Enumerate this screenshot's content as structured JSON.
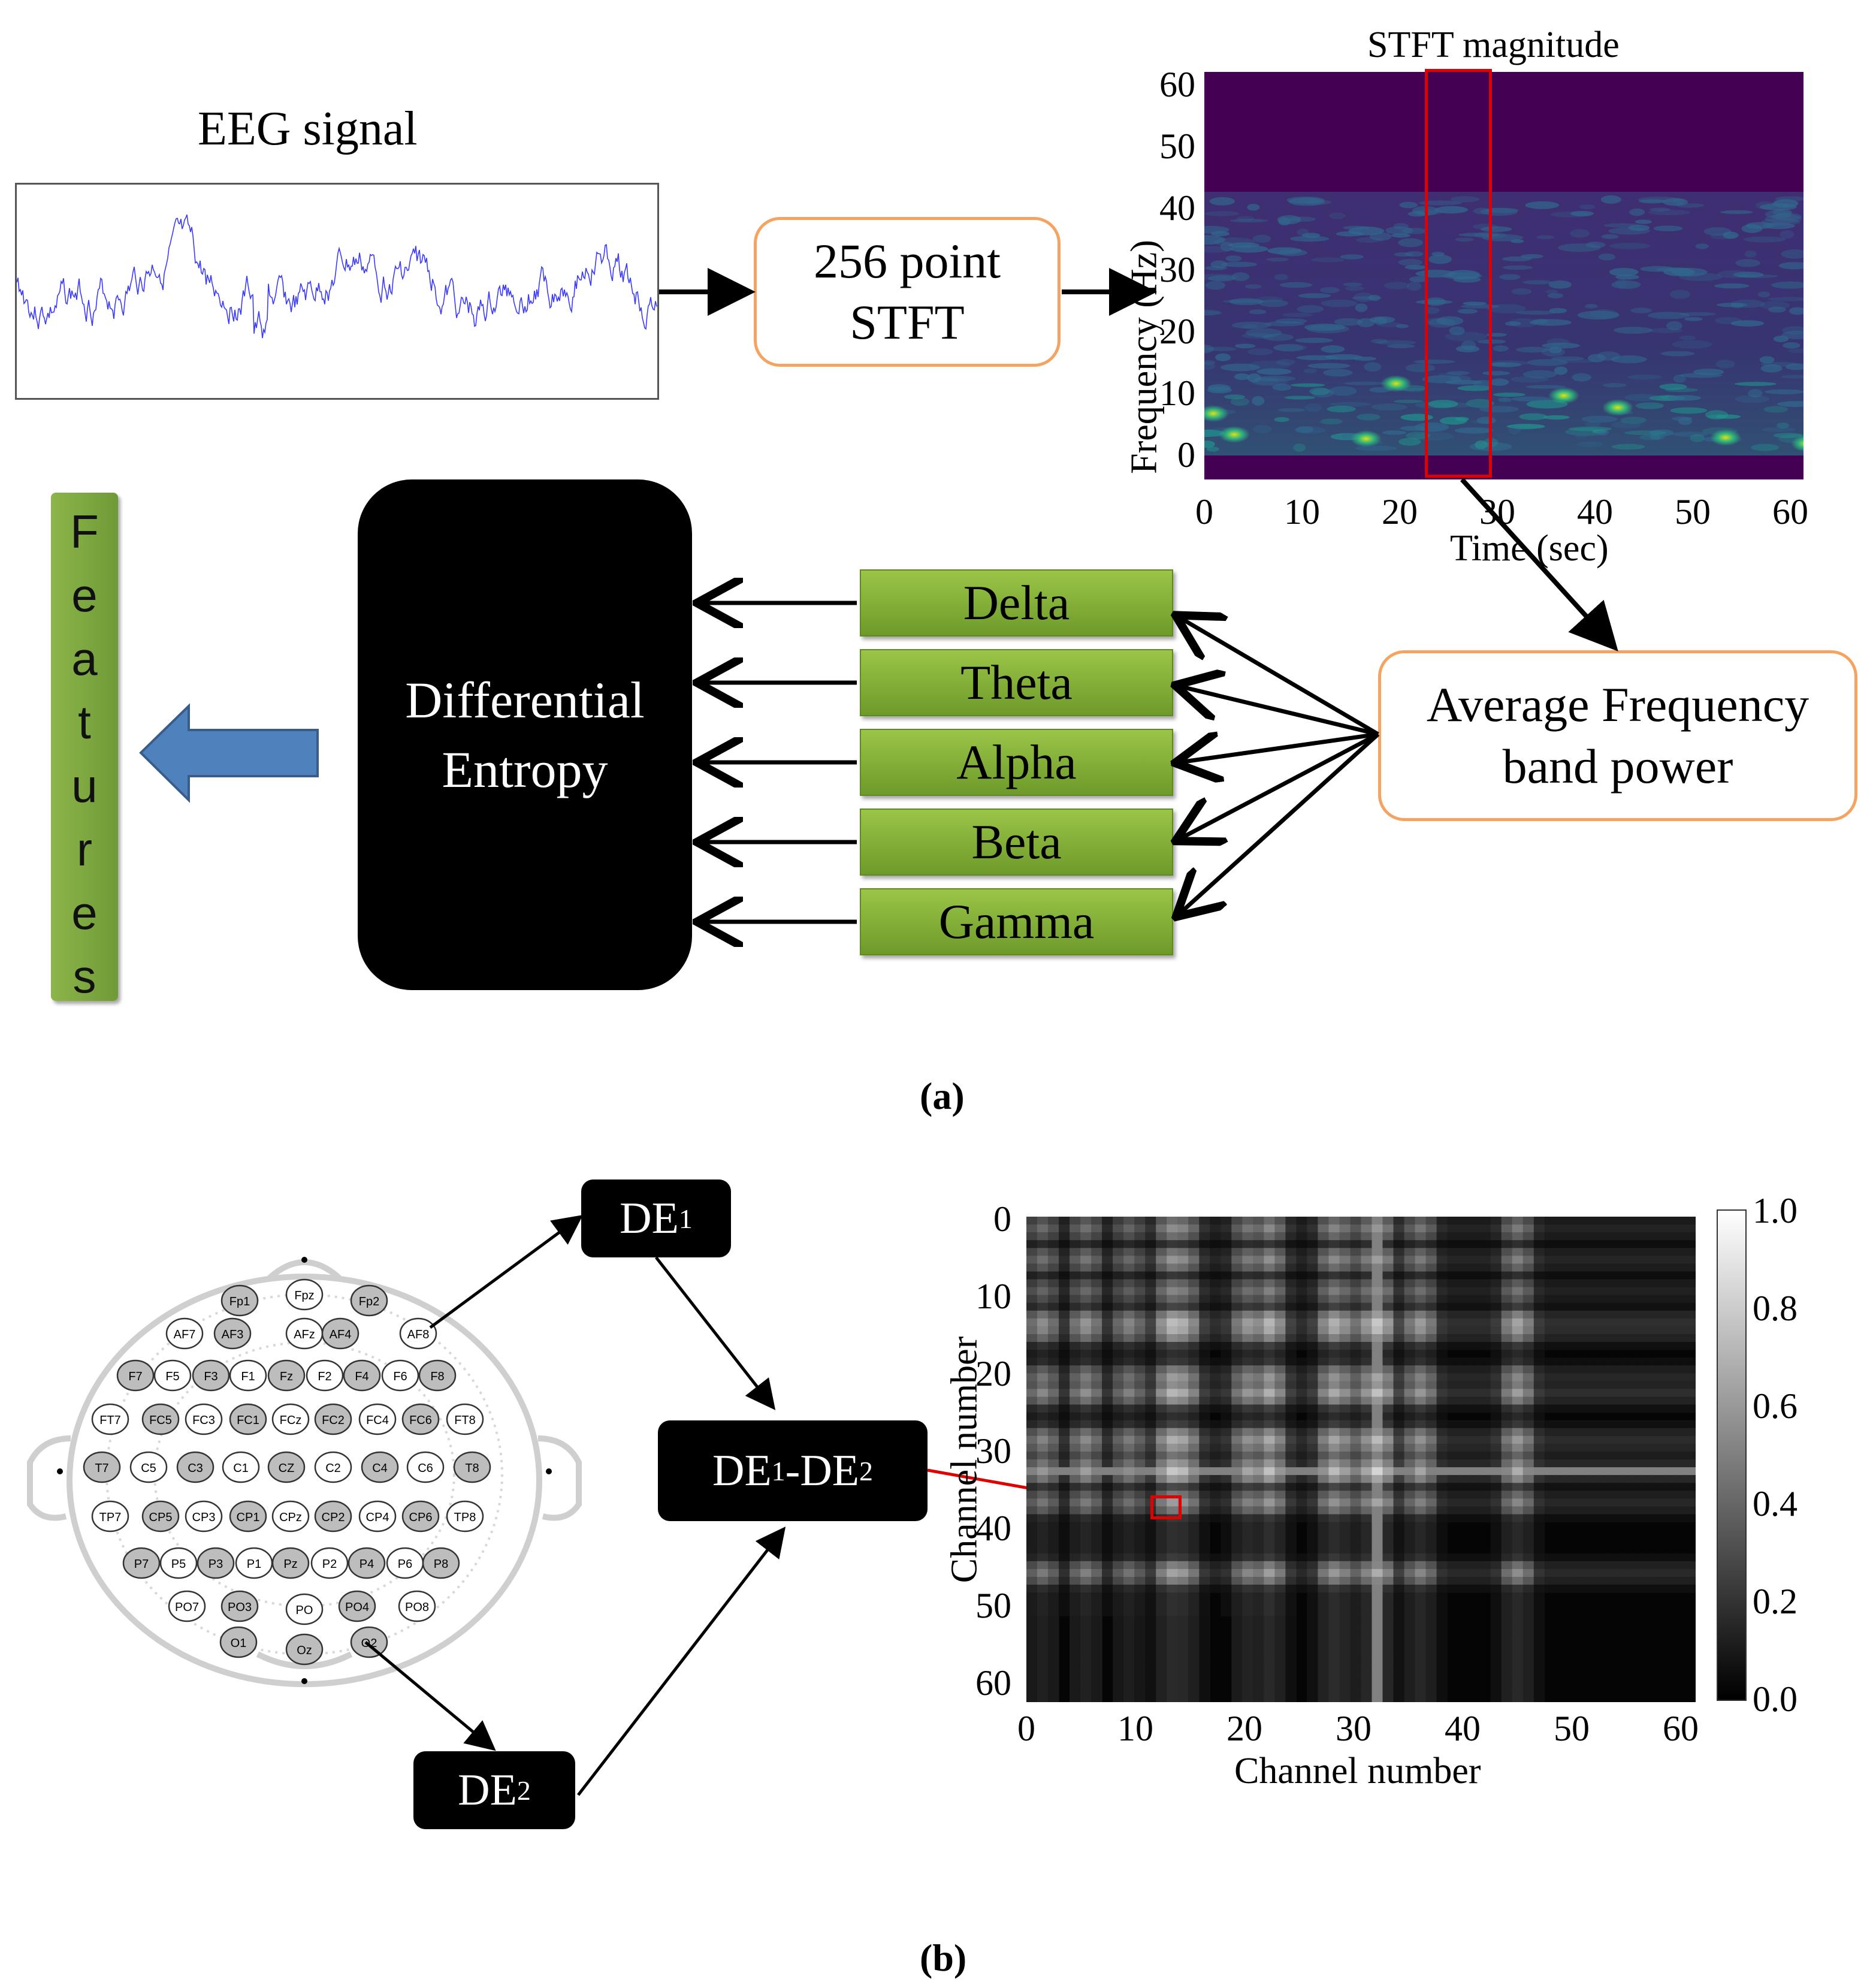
{
  "panel_a": {
    "eeg_title": "EEG signal",
    "stft_box": {
      "line1": "256 point",
      "line2": "STFT"
    },
    "spectrogram": {
      "title": "STFT magnitude",
      "xlabel": "Time (sec)",
      "ylabel": "Frequency (Hz)",
      "xticks": [
        "0",
        "10",
        "20",
        "30",
        "40",
        "50",
        "60"
      ],
      "yticks": [
        "0",
        "10",
        "20",
        "30",
        "40",
        "50",
        "60"
      ]
    },
    "avg_box": {
      "line1": "Average Frequency",
      "line2": "band power"
    },
    "bands": [
      "Delta",
      "Theta",
      "Alpha",
      "Beta",
      "Gamma"
    ],
    "de_box": {
      "line1": "Differential",
      "line2": "Entropy"
    },
    "features_letters": [
      "F",
      "e",
      "a",
      "t",
      "u",
      "r",
      "e",
      "s"
    ],
    "caption": "(a)"
  },
  "panel_b": {
    "de1": "DE1",
    "de2": "DE2",
    "diff": "DE1-DE2",
    "heatmap": {
      "xlabel": "Channel number",
      "ylabel": "Channel number",
      "xticks": [
        "0",
        "10",
        "20",
        "30",
        "40",
        "50",
        "60"
      ],
      "yticks": [
        "0",
        "10",
        "20",
        "30",
        "40",
        "50",
        "60"
      ],
      "colorbar_ticks": [
        "1.0",
        "0.8",
        "0.6",
        "0.4",
        "0.2",
        "0.0"
      ]
    },
    "electrodes": [
      {
        "label": "Fpz",
        "shaded": false
      },
      {
        "label": "Fp1",
        "shaded": true
      },
      {
        "label": "Fp2",
        "shaded": true
      },
      {
        "label": "AF7",
        "shaded": false
      },
      {
        "label": "AF3",
        "shaded": true
      },
      {
        "label": "AFz",
        "shaded": false
      },
      {
        "label": "AF4",
        "shaded": true
      },
      {
        "label": "AF8",
        "shaded": false
      },
      {
        "label": "F7",
        "shaded": true
      },
      {
        "label": "F5",
        "shaded": false
      },
      {
        "label": "F3",
        "shaded": true
      },
      {
        "label": "F1",
        "shaded": false
      },
      {
        "label": "Fz",
        "shaded": true
      },
      {
        "label": "F2",
        "shaded": false
      },
      {
        "label": "F4",
        "shaded": true
      },
      {
        "label": "F6",
        "shaded": false
      },
      {
        "label": "F8",
        "shaded": true
      },
      {
        "label": "FT7",
        "shaded": false
      },
      {
        "label": "FC5",
        "shaded": true
      },
      {
        "label": "FC3",
        "shaded": false
      },
      {
        "label": "FC1",
        "shaded": true
      },
      {
        "label": "FCz",
        "shaded": false
      },
      {
        "label": "FC2",
        "shaded": true
      },
      {
        "label": "FC4",
        "shaded": false
      },
      {
        "label": "FC6",
        "shaded": true
      },
      {
        "label": "FT8",
        "shaded": false
      },
      {
        "label": "T7",
        "shaded": true
      },
      {
        "label": "C5",
        "shaded": false
      },
      {
        "label": "C3",
        "shaded": true
      },
      {
        "label": "C1",
        "shaded": false
      },
      {
        "label": "CZ",
        "shaded": true
      },
      {
        "label": "C2",
        "shaded": false
      },
      {
        "label": "C4",
        "shaded": true
      },
      {
        "label": "C6",
        "shaded": false
      },
      {
        "label": "T8",
        "shaded": true
      },
      {
        "label": "TP7",
        "shaded": false
      },
      {
        "label": "CP5",
        "shaded": true
      },
      {
        "label": "CP3",
        "shaded": false
      },
      {
        "label": "CP1",
        "shaded": true
      },
      {
        "label": "CPz",
        "shaded": false
      },
      {
        "label": "CP2",
        "shaded": true
      },
      {
        "label": "CP4",
        "shaded": false
      },
      {
        "label": "CP6",
        "shaded": true
      },
      {
        "label": "TP8",
        "shaded": false
      },
      {
        "label": "P7",
        "shaded": true
      },
      {
        "label": "P5",
        "shaded": false
      },
      {
        "label": "P3",
        "shaded": true
      },
      {
        "label": "P1",
        "shaded": false
      },
      {
        "label": "Pz",
        "shaded": true
      },
      {
        "label": "P2",
        "shaded": false
      },
      {
        "label": "P4",
        "shaded": true
      },
      {
        "label": "P6",
        "shaded": false
      },
      {
        "label": "P8",
        "shaded": true
      },
      {
        "label": "PO7",
        "shaded": false
      },
      {
        "label": "PO3",
        "shaded": true
      },
      {
        "label": "PO",
        "shaded": false
      },
      {
        "label": "PO4",
        "shaded": true
      },
      {
        "label": "PO8",
        "shaded": false
      },
      {
        "label": "O1",
        "shaded": true
      },
      {
        "label": "Oz",
        "shaded": true
      },
      {
        "label": "O2",
        "shaded": true
      }
    ],
    "caption": "(b)"
  },
  "colors": {
    "eeg_trace": "#3a3aff",
    "orange_border": "#f4a460",
    "band_green": "#8cb54a",
    "arrow_blue": "#4f81bd",
    "highlight_red": "#e00000",
    "spectrogram_bg": "#440154"
  }
}
